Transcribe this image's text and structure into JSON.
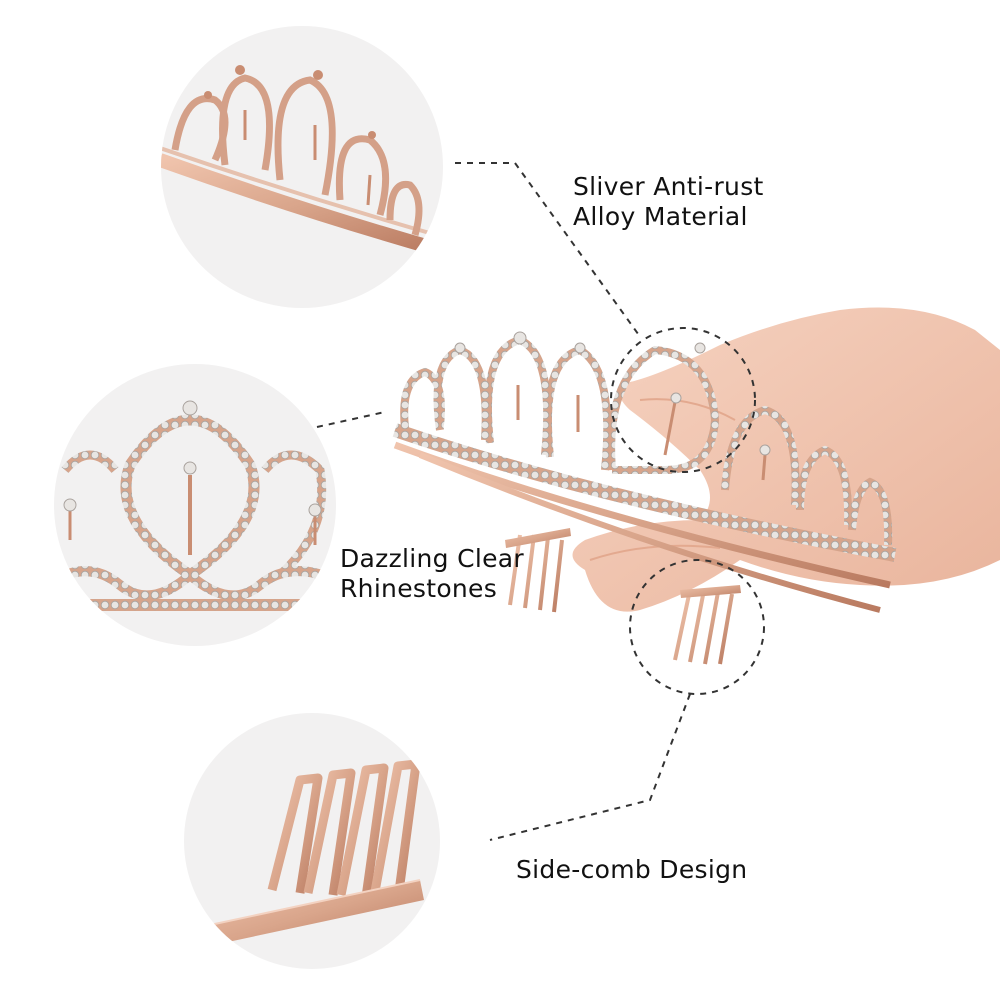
{
  "features": {
    "material": {
      "line1": "Sliver Anti-rust",
      "line2": "Alloy Material"
    },
    "rhinestones": {
      "line1": "Dazzling Clear",
      "line2": "Rhinestones"
    },
    "comb": {
      "line1": "Side-comb Design"
    }
  },
  "colors": {
    "rose_gold": "#d9a58b",
    "rose_gold_dark": "#b97a60",
    "stone": "#d7d3cf",
    "skin": "#f2c9b4",
    "bubble_bg": "#f2f1f1",
    "dashed_line": "#333333"
  }
}
